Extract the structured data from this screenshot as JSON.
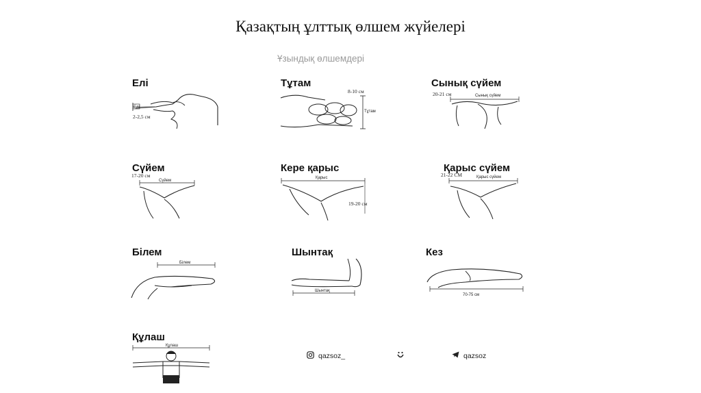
{
  "title": "Қазақтың ұлттық өлшем жүйелері",
  "subtitle": "Ұзындық өлшемдері",
  "measures": {
    "eli": {
      "name": "Елі",
      "value": "2-2,5 см",
      "tag": "Елі"
    },
    "tutam": {
      "name": "Тұтам",
      "value": "8-10 см",
      "tag": "Тұтам"
    },
    "synyk_suyem": {
      "name": "Сынық сүйем",
      "value": "20-21 см",
      "tag": "Сынық сүйем"
    },
    "suyem": {
      "name": "Сүйем",
      "value": "17-20 см",
      "tag": "Сүйем"
    },
    "kere_karys": {
      "name": "Кере қарыс",
      "value": "19-20 см",
      "tag": "Қарыс"
    },
    "karys_suyem": {
      "name": "Қарыс сүйем",
      "value": "21-22 СМ",
      "tag": "Қарыс сүйем"
    },
    "bilem": {
      "name": "Білем",
      "tag": "Білем"
    },
    "shyntak": {
      "name": "Шынтақ",
      "tag": "Шынтақ"
    },
    "kez": {
      "name": "Кез",
      "value": "70-75 см"
    },
    "kulash": {
      "name": "Құлаш",
      "tag": "Құлаш"
    }
  },
  "social": {
    "instagram": "qazsoz_",
    "telegram": "qazsoz"
  },
  "icons": [
    "instagram-icon",
    "center-logo-icon",
    "telegram-icon"
  ]
}
